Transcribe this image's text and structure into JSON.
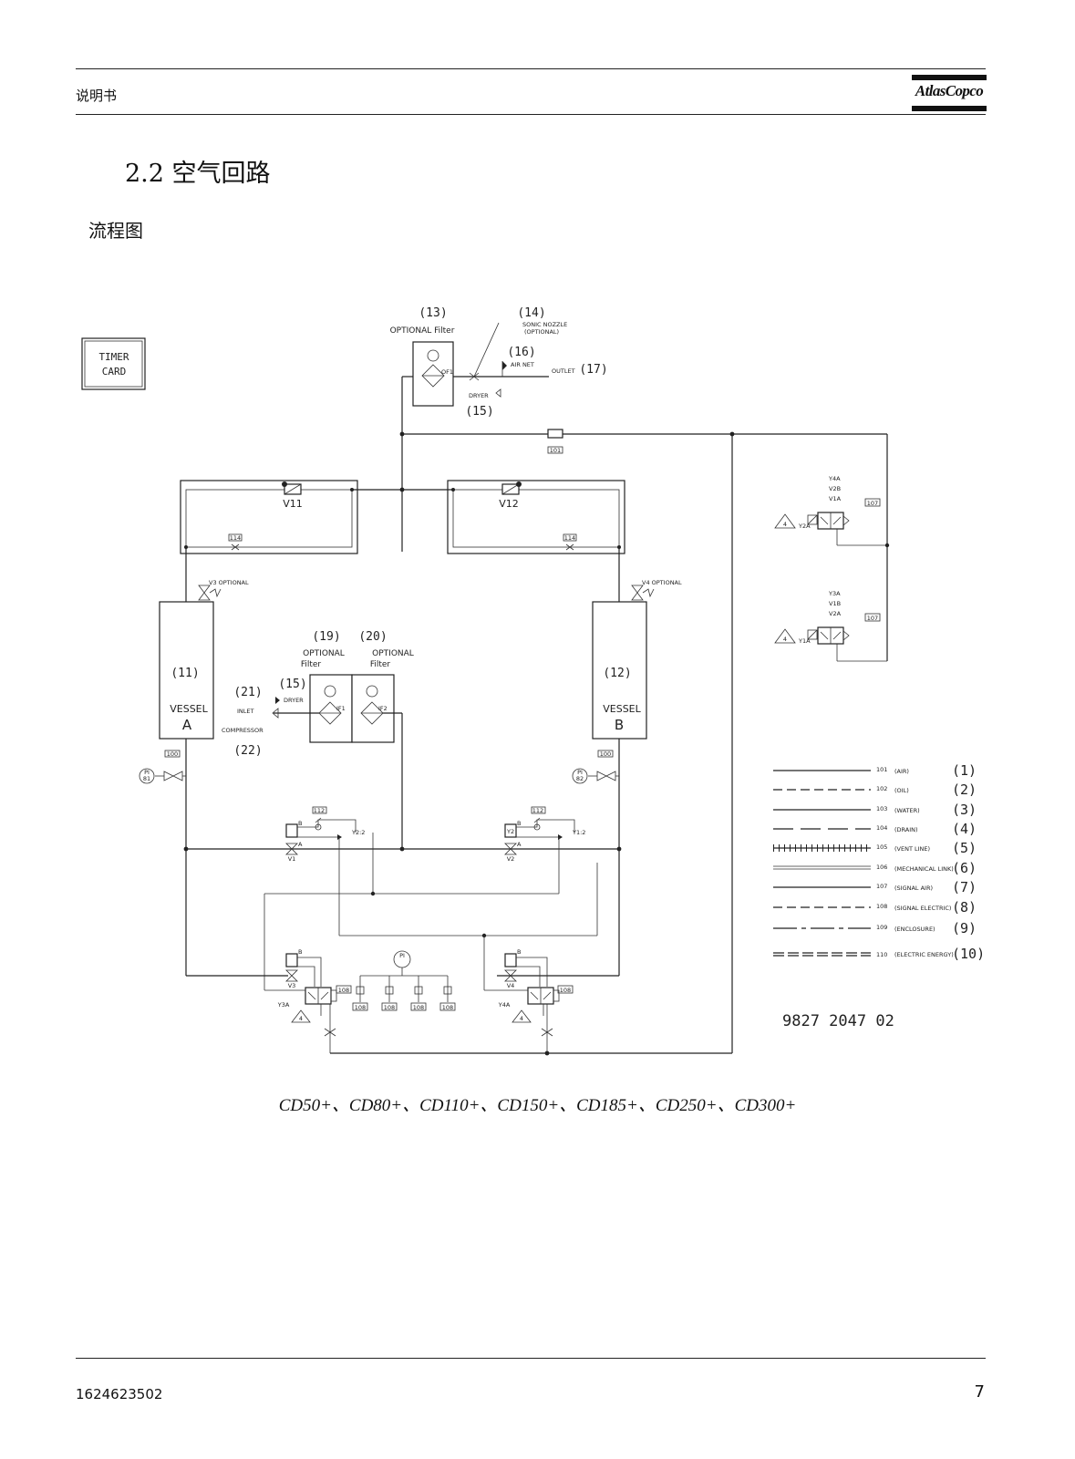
{
  "header": {
    "left_text": "说明书",
    "logo_text": "AtlasCopco"
  },
  "section": {
    "title": "2.2 空气回路",
    "subtitle": "流程图"
  },
  "diagram": {
    "timer_card": [
      "TIMER",
      "CARD"
    ],
    "labels": {
      "n13": "(13)",
      "n14": "(14)",
      "n15a": "(15)",
      "n16": "(16)",
      "n17": "(17)",
      "optional_filter": "OPTIONAL Filter",
      "sonic_nozzle": "SONIC NOZZLE",
      "sonic_optional": "(OPTIONAL)",
      "air_net": "AIR NET",
      "outlet": "OUTLET",
      "dryer": "DRYER",
      "of1": "OF1",
      "r101": "101",
      "v11": "V11",
      "v12": "V12",
      "r114a": "114",
      "r114b": "114",
      "n11": "(11)",
      "n12": "(12)",
      "vessel_a": "VESSEL",
      "vessel_a_letter": "A",
      "vessel_b": "VESSEL",
      "vessel_b_letter": "B",
      "n19": "(19)",
      "n20": "(20)",
      "opt19a": "OPTIONAL",
      "opt19b": "Filter",
      "opt20a": "OPTIONAL",
      "opt20b": "Filter",
      "n21": "(21)",
      "n15b": "(15)",
      "n22": "(22)",
      "inlet": "INLET",
      "dryer2": "DRYER",
      "compressor": "COMPRESSOR",
      "if1": "IF1",
      "if2": "IF2",
      "r100a": "100",
      "r100b": "100",
      "pi81": "81",
      "pi82": "82",
      "pi": "PI",
      "r112a": "112",
      "r112b": "112",
      "y22": "Y2:2",
      "y12": "Y1:2",
      "v1": "V1",
      "v2": "V2",
      "v3": "V3",
      "v4": "V4",
      "y3a": "Y3A",
      "y4a": "Y4A",
      "r108a": "108",
      "r108b": "108",
      "r108c": "108",
      "r108d": "108",
      "r108e": "108",
      "r108f": "108",
      "y4a_top": "Y4A",
      "v2b": "V2B",
      "v1a": "V1A",
      "y2a": "Y2A",
      "r107a": "107",
      "y3a_top": "Y3A",
      "v1b": "V1B",
      "v2a": "V2A",
      "y1a": "Y1A",
      "r107b": "107",
      "v3_opt": "V3 OPTIONAL",
      "v4_opt": "V4 OPTIONAL",
      "tri4": "4",
      "drawing_number": "9827 2047 02"
    },
    "legend": [
      {
        "code": "101",
        "name": "(AIR)",
        "num": "(1)"
      },
      {
        "code": "102",
        "name": "(OIL)",
        "num": "(2)"
      },
      {
        "code": "103",
        "name": "(WATER)",
        "num": "(3)"
      },
      {
        "code": "104",
        "name": "(DRAIN)",
        "num": "(4)"
      },
      {
        "code": "105",
        "name": "(VENT LINE)",
        "num": "(5)"
      },
      {
        "code": "106",
        "name": "(MECHANICAL LINK)",
        "num": "(6)"
      },
      {
        "code": "107",
        "name": "(SIGNAL AIR)",
        "num": "(7)"
      },
      {
        "code": "108",
        "name": "(SIGNAL ELECTRIC)",
        "num": "(8)"
      },
      {
        "code": "109",
        "name": "(ENCLOSURE)",
        "num": "(9)"
      },
      {
        "code": "110",
        "name": "(ELECTRIC ENERGY)",
        "num": "(10)"
      }
    ]
  },
  "caption": "CD50+、CD80+、CD110+、CD150+、CD185+、CD250+、CD300+",
  "footer": {
    "doc_number": "1624623502",
    "page": "7"
  }
}
